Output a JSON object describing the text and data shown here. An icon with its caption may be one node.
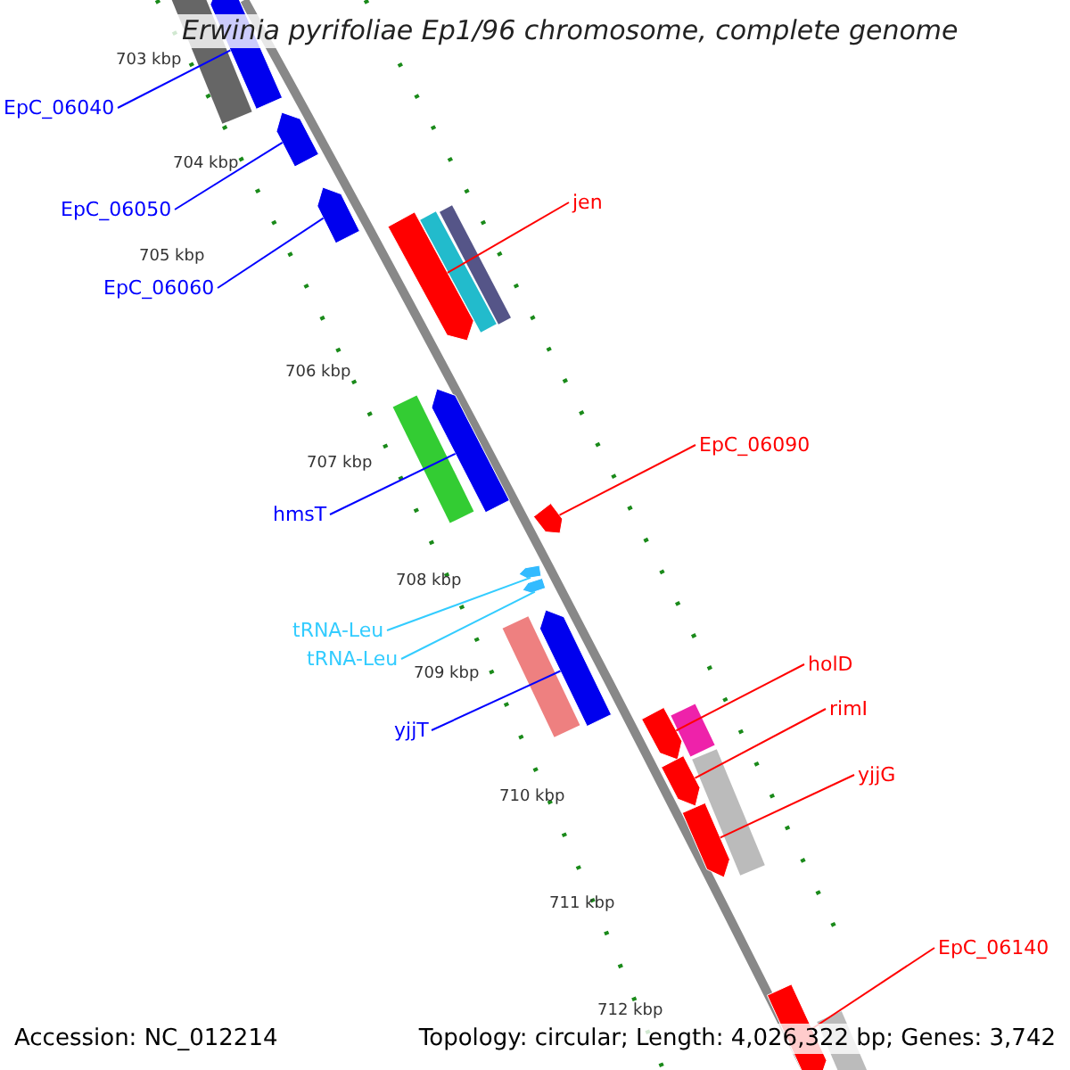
{
  "diagram": {
    "title": "Erwinia pyrifoliae Ep1/96 chromosome, complete genome",
    "nodes": [
      {
        "text": [
          "EpC_06040"
        ]
      },
      {
        "text": [
          "EpC_06050"
        ]
      },
      {
        "text": [
          "EpC_06060"
        ]
      },
      {
        "text": [
          "hmsT"
        ]
      },
      {
        "text": [
          "tRNA-Leu"
        ]
      },
      {
        "text": [
          "tRNA-Leu"
        ]
      },
      {
        "text": [
          "yjjT"
        ]
      },
      {
        "text": [
          "jen"
        ]
      },
      {
        "text": [
          "EpC_06090"
        ]
      },
      {
        "text": [
          "holD"
        ]
      },
      {
        "text": [
          "rimI"
        ]
      },
      {
        "text": [
          "yjjG"
        ]
      },
      {
        "text": [
          "EpC_06140"
        ]
      },
      {
        "text": [],
        "shape": "arrow"
      },
      {
        "text": [],
        "shape": "arrow"
      },
      {
        "text": [],
        "shape": "arrow"
      },
      {
        "text": [],
        "shape": "arrow"
      },
      {
        "text": [],
        "shape": "arrow"
      },
      {
        "text": [],
        "shape": "arrow"
      },
      {
        "text": [],
        "shape": "arrow"
      },
      {
        "text": [],
        "shape": "arrow"
      },
      {
        "text": [],
        "shape": "arrow"
      },
      {
        "text": [],
        "shape": "arrow"
      },
      {
        "text": [],
        "shape": "arrow"
      },
      {
        "text": [],
        "shape": "arrow"
      },
      {
        "text": [],
        "shape": "arrow"
      }
    ],
    "edges": [
      {
        "from": 0,
        "to": 13,
        "arrow": "none",
        "color": "#0000ff"
      },
      {
        "from": 1,
        "to": 14,
        "arrow": "none",
        "color": "#0000ff"
      },
      {
        "from": 2,
        "to": 15,
        "arrow": "none",
        "color": "#0000ff"
      },
      {
        "from": 3,
        "to": 16,
        "arrow": "none",
        "color": "#0000ff"
      },
      {
        "from": 4,
        "to": 17,
        "arrow": "none",
        "color": "#33ccff"
      },
      {
        "from": 5,
        "to": 18,
        "arrow": "none",
        "color": "#33ccff"
      },
      {
        "from": 6,
        "to": 19,
        "arrow": "none",
        "color": "#0000ff"
      },
      {
        "from": 7,
        "to": 20,
        "arrow": "none"
      },
      {
        "from": 8,
        "to": 21,
        "arrow": "none"
      },
      {
        "from": 9,
        "to": 22,
        "arrow": "none"
      },
      {
        "from": 10,
        "to": 23,
        "arrow": "none"
      },
      {
        "from": 11,
        "to": 24,
        "arrow": "none"
      },
      {
        "from": 12,
        "to": 25,
        "arrow": "none"
      }
    ],
    "labels": [
      "703 kbp",
      "704 kbp",
      "705 kbp",
      "706 kbp",
      "707 kbp",
      "708 kbp",
      "709 kbp",
      "710 kbp",
      "711 kbp",
      "712 kbp",
      "Accession: NC_012214",
      "Topology: circular; Length: 4,026,322 bp; Genes: 3,742"
    ]
  }
}
